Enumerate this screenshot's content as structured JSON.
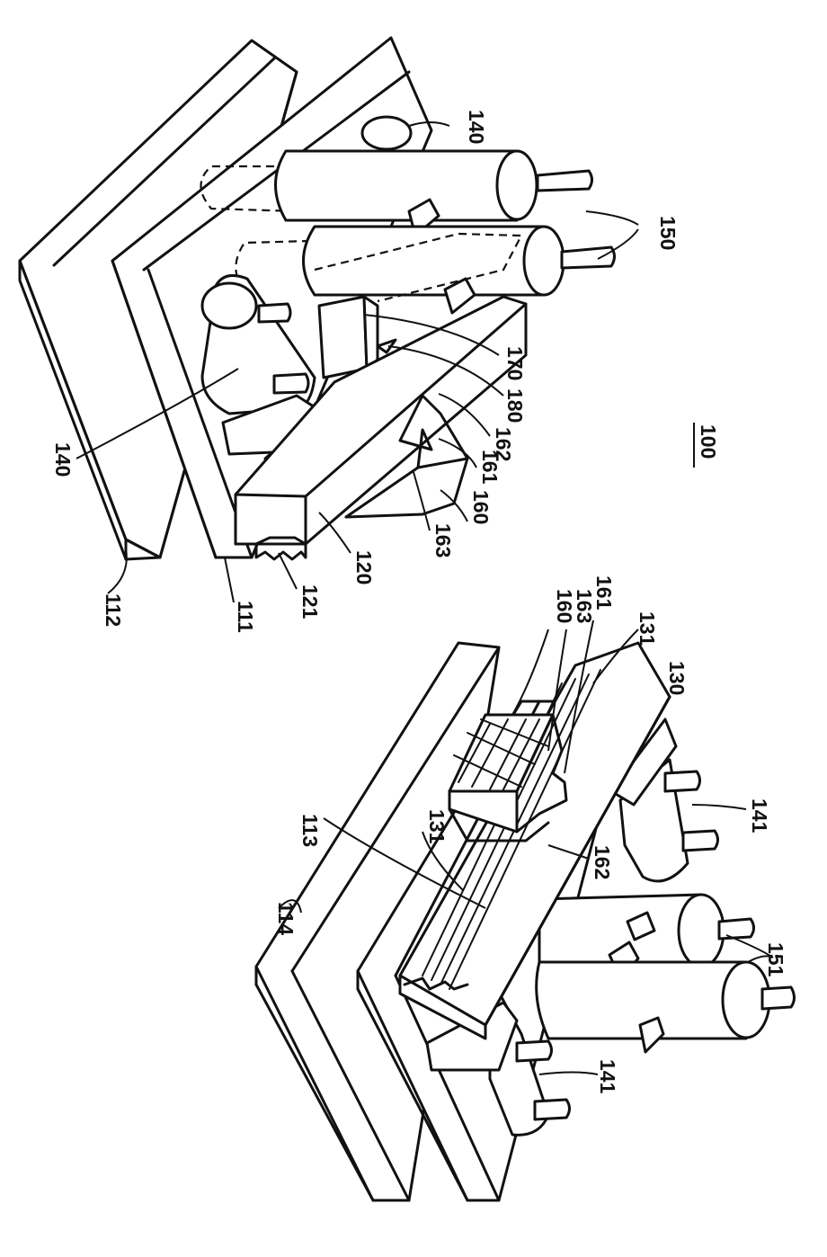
{
  "figure": {
    "ref_main": "100",
    "labels": [
      {
        "key": "l140a",
        "text": "140"
      },
      {
        "key": "l150",
        "text": "150"
      },
      {
        "key": "l140b",
        "text": "140"
      },
      {
        "key": "l170",
        "text": "170"
      },
      {
        "key": "l180",
        "text": "180"
      },
      {
        "key": "l162a",
        "text": "162"
      },
      {
        "key": "l161a",
        "text": "161"
      },
      {
        "key": "l160a",
        "text": "160"
      },
      {
        "key": "l163a",
        "text": "163"
      },
      {
        "key": "l120",
        "text": "120"
      },
      {
        "key": "l121",
        "text": "121"
      },
      {
        "key": "l111",
        "text": "111"
      },
      {
        "key": "l112",
        "text": "112"
      },
      {
        "key": "l160b",
        "text": "160"
      },
      {
        "key": "l163b",
        "text": "163"
      },
      {
        "key": "l161b",
        "text": "161"
      },
      {
        "key": "l131a",
        "text": "131"
      },
      {
        "key": "l130",
        "text": "130"
      },
      {
        "key": "l113",
        "text": "113"
      },
      {
        "key": "l131b",
        "text": "131"
      },
      {
        "key": "l162b",
        "text": "162"
      },
      {
        "key": "l141a",
        "text": "141"
      },
      {
        "key": "l114",
        "text": "114"
      },
      {
        "key": "l151",
        "text": "151"
      },
      {
        "key": "l141b",
        "text": "141"
      }
    ]
  }
}
